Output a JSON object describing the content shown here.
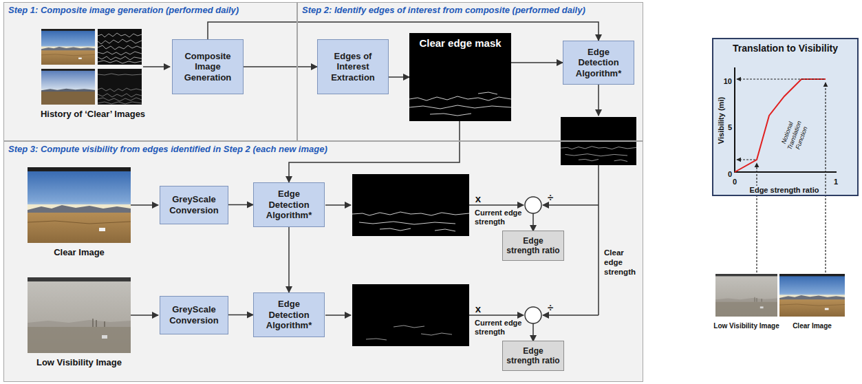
{
  "diagram": {
    "nodes": [
      {
        "text": [
          "Step 1: Composite image generation (performed daily)"
        ]
      },
      {
        "text": [
          "Composite Image Generation"
        ],
        "in": 0
      },
      {
        "text": [
          "Step 2: Identify edges of interest from composite (performed daily)"
        ]
      },
      {
        "text": [
          "Edges of Interest Extraction"
        ],
        "in": 2
      },
      {
        "text": [
          "Clear edge mask"
        ],
        "in": 2
      },
      {
        "text": [
          "Edge Detection Algorithm*"
        ],
        "in": 2
      },
      {
        "text": [
          "Step 3: Compute visibility from edges identified in Step 2 (each new image)"
        ]
      },
      {
        "text": [
          "GreyScale Conversion"
        ],
        "in": 6
      },
      {
        "text": [
          "Edge Detection Algorithm*"
        ],
        "in": 6
      },
      {
        "text": [
          "Edge strength ratio"
        ],
        "in": 6
      },
      {
        "text": [
          "GreyScale Conversion"
        ],
        "in": 6
      },
      {
        "text": [
          "Edge Detection Algorithm*"
        ],
        "in": 6
      },
      {
        "text": [
          "Edge strength ratio"
        ],
        "in": 6
      },
      {
        "text": [
          "Translation to Visibility"
        ]
      }
    ],
    "edges": [
      {
        "from": 1,
        "to": 3,
        "arrow": "to"
      },
      {
        "from": 1,
        "to": 5,
        "arrow": "to"
      },
      {
        "from": 3,
        "to": 4,
        "arrow": "to"
      },
      {
        "from": 4,
        "to": 5,
        "arrow": "to"
      },
      {
        "from": 4,
        "to": 8,
        "arrow": "to"
      },
      {
        "from": 7,
        "to": 8,
        "arrow": "to"
      },
      {
        "from": 8,
        "to": 11,
        "arrow": "to"
      },
      {
        "from": 10,
        "to": 11,
        "arrow": "to"
      }
    ],
    "labels": [
      "History of ‘Clear’ Images",
      "Current edge strength",
      "x",
      "÷",
      "Clear edge strength",
      "Clear Image",
      "Current edge strength",
      "x",
      "÷",
      "Low Visibility Image",
      "Visibility (mi)",
      "10",
      "5",
      "0",
      "0",
      "1",
      "Edge strength ratio",
      "Notional Translation Function",
      "Low Visibility Image",
      "Clear Image"
    ]
  }
}
